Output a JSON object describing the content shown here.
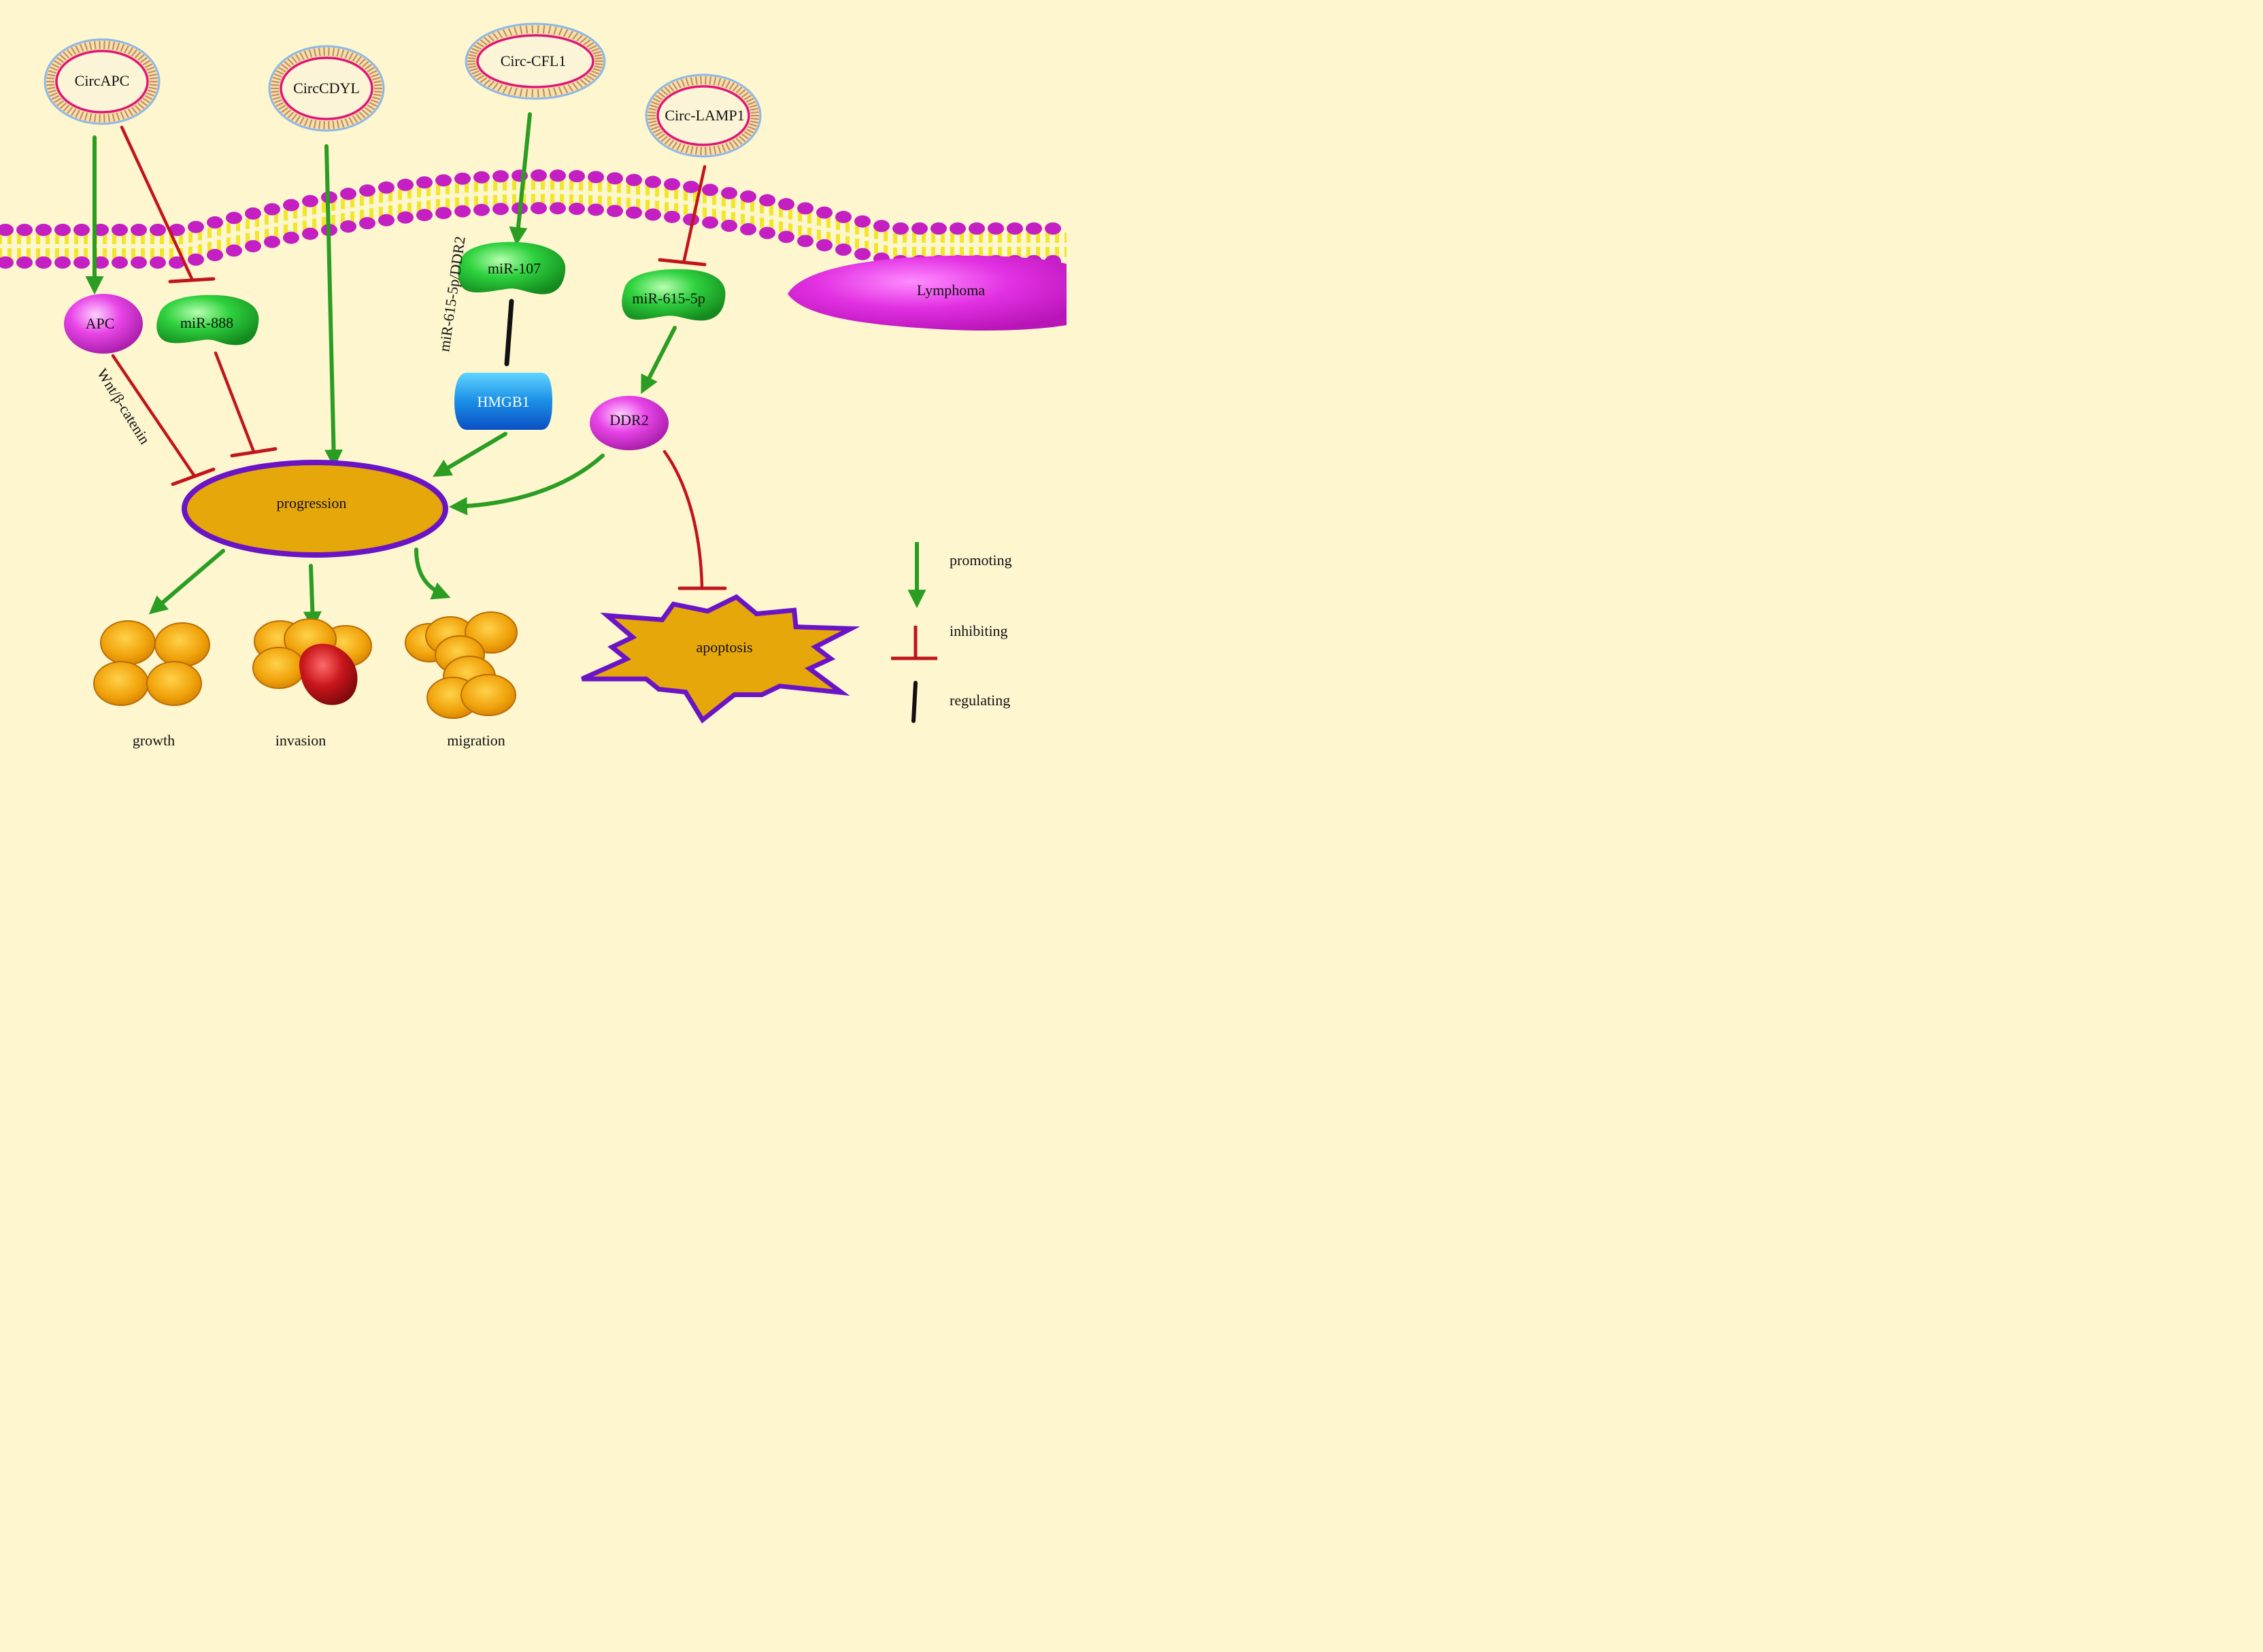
{
  "colors": {
    "background": "#fdf6cf",
    "promote": "#2a9d22",
    "inhibit": "#c0161b",
    "regulate": "#111111",
    "membrane_head": "#c31fc3",
    "membrane_tail": "#f1e62a",
    "vesicle_ring": "#8fb8e8",
    "vesicle_inner": "#e0157a",
    "mirna": "#2fcf3f",
    "protein": "#e845e8",
    "hmgb1": "#1a8fe6",
    "progression_fill": "#e6a70a",
    "progression_border": "#6a14c6",
    "cell": "#f0a20a"
  },
  "nodes": {
    "circapc": "CircAPC",
    "circcdyl": "CircCDYL",
    "circcfl1": "Circ-CFL1",
    "circlamp1": "Circ-LAMP1",
    "apc": "APC",
    "mir888": "miR-888",
    "mir107": "miR-107",
    "mir615": "miR-615-5p",
    "hmgb1": "HMGB1",
    "ddr2": "DDR2",
    "lymphoma": "Lymphoma",
    "progression": "progression",
    "apoptosis": "apoptosis"
  },
  "pathway_labels": {
    "wnt": "Wnt/β-catenin",
    "mir615_ddr2": "miR-615-5p/DDR2"
  },
  "outcomes": {
    "growth": "growth",
    "invasion": "invasion",
    "migration": "migration"
  },
  "legend": {
    "promoting": "promoting",
    "inhibiting": "inhibiting",
    "regulating": "regulating"
  }
}
